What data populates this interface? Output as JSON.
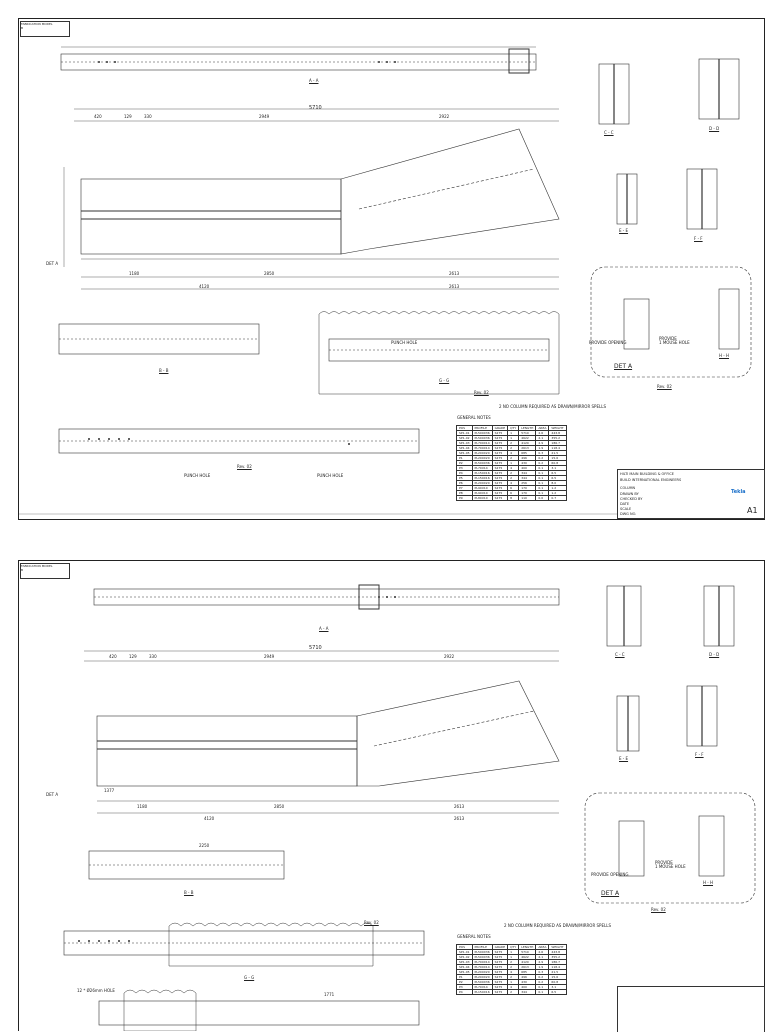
{
  "sheet1": {
    "title_box_text": "FABRICATION MODEL",
    "rev_box": "B",
    "overall_dim": "5710",
    "top_chain": [
      "420",
      "129",
      "330",
      "2949",
      "2922"
    ],
    "bottom_chain": [
      "1180",
      "2850",
      "2613"
    ],
    "bottom_totals": [
      "4120",
      "2613"
    ],
    "section_labels": [
      "A - A",
      "B - B",
      "C - C",
      "D - D",
      "E - E",
      "F - F",
      "G - G",
      "H - H"
    ],
    "det_label": "DET A",
    "det_callout": "DET A",
    "provide_opening": "PROVIDE OPENING",
    "provide_mousehole": "PROVIDE\n1 MOUSE HOLE",
    "punch_hole": "PUNCH HOLE",
    "rev_tag": "Rev. 02",
    "note_line": "2 NO COLUMN REQUIRED AS DRAWN/MIRROR SPELLS",
    "general_notes": "GENERAL NOTES",
    "a1": "A1",
    "logo": "Tekla",
    "partslist_header": [
      "POS",
      "PROFILE",
      "GRADE",
      "QTY",
      "LENGTH",
      "AREA",
      "WEIGHT"
    ],
    "partslist_rows": [
      [
        "SP1-01",
        "PL500X36",
        "S275",
        "1",
        "5710",
        "2.6",
        "443.8"
      ],
      [
        "SP1-02",
        "PL500X36",
        "S275",
        "1",
        "4622",
        "2.1",
        "355.2"
      ],
      [
        "SP1-03",
        "PL700X14",
        "S275",
        "2",
        "4120",
        "2.9",
        "186.7"
      ],
      [
        "SP1-04",
        "PL700X14",
        "S275",
        "2",
        "2613",
        "1.9",
        "118.4"
      ],
      [
        "SP1-05",
        "PL200X20",
        "S275",
        "4",
        "685",
        "0.3",
        "21.5"
      ],
      [
        "P1",
        "PL200X20",
        "S275",
        "2",
        "496",
        "0.2",
        "15.6"
      ],
      [
        "P2",
        "PL500X36",
        "S275",
        "1",
        "430",
        "0.2",
        "60.8"
      ],
      [
        "P3",
        "PL70X14",
        "S275",
        "4",
        "400",
        "0.1",
        "3.1"
      ],
      [
        "P4",
        "PL150X16",
        "S275",
        "2",
        "344",
        "0.1",
        "6.5"
      ],
      [
        "P5",
        "PL150X16",
        "S275",
        "2",
        "344",
        "0.1",
        "6.5"
      ],
      [
        "P6",
        "PL200X20",
        "S275",
        "4",
        "256",
        "0.1",
        "8.0"
      ],
      [
        "P7",
        "PL90X10",
        "S275",
        "6",
        "170",
        "0.1",
        "1.2"
      ],
      [
        "P8",
        "PL90X10",
        "S275",
        "6",
        "170",
        "0.1",
        "1.2"
      ],
      [
        "P9",
        "PL80X10",
        "S275",
        "8",
        "110",
        "0.0",
        "0.7"
      ]
    ],
    "titleblock": {
      "project": "HILTI MAIN BUILDING & OFFICE",
      "client": "BUILD INTERNATIONAL ENGINEERS",
      "drawing": "COLUMN",
      "rows": [
        "DRAWN BY",
        "CHECKED BY",
        "DATE",
        "SCALE",
        "DWG NO."
      ]
    }
  },
  "sheet2": {
    "title_box_text": "FABRICATION MODEL",
    "rev_box": "B",
    "overall_dim": "5710",
    "top_chain": [
      "420",
      "129",
      "330",
      "2949",
      "2922"
    ],
    "bottom_chain": [
      "1180",
      "2850",
      "2613"
    ],
    "bottom_totals": [
      "4120",
      "2613"
    ],
    "dim_1377": "1377",
    "dim_2250": "2250",
    "dim_1771": "1771",
    "section_labels": [
      "A - A",
      "B - B",
      "C - C",
      "D - D",
      "E - E",
      "F - F",
      "G - G",
      "H - H"
    ],
    "det_label": "DET A",
    "provide_opening": "PROVIDE OPENING",
    "provide_mousehole": "PROVIDE\n1 MOUSE HOLE",
    "hole_note": "12 * Ø26mm HOLE",
    "rev_tag": "Rev. 02",
    "note_line": "2 NO COLUMN REQUIRED AS DRAWN/MIRROR SPELLS",
    "general_notes": "GENERAL NOTES",
    "partslist_header": [
      "POS",
      "PROFILE",
      "GRADE",
      "QTY",
      "LENGTH",
      "AREA",
      "WEIGHT"
    ],
    "partslist_rows": [
      [
        "SP1-01",
        "PL500X36",
        "S275",
        "1",
        "5710",
        "2.6",
        "443.8"
      ],
      [
        "SP1-02",
        "PL500X36",
        "S275",
        "1",
        "4622",
        "2.1",
        "355.2"
      ],
      [
        "SP1-03",
        "PL700X14",
        "S275",
        "2",
        "4120",
        "2.9",
        "186.7"
      ],
      [
        "SP1-04",
        "PL700X14",
        "S275",
        "2",
        "2613",
        "1.9",
        "118.4"
      ],
      [
        "SP1-05",
        "PL200X20",
        "S275",
        "4",
        "685",
        "0.3",
        "21.5"
      ],
      [
        "P1",
        "PL200X20",
        "S275",
        "2",
        "496",
        "0.2",
        "15.6"
      ],
      [
        "P2",
        "PL500X36",
        "S275",
        "1",
        "430",
        "0.2",
        "60.8"
      ],
      [
        "P3",
        "PL70X14",
        "S275",
        "4",
        "400",
        "0.1",
        "3.1"
      ],
      [
        "P4",
        "PL150X16",
        "S275",
        "2",
        "344",
        "0.1",
        "6.5"
      ]
    ]
  }
}
